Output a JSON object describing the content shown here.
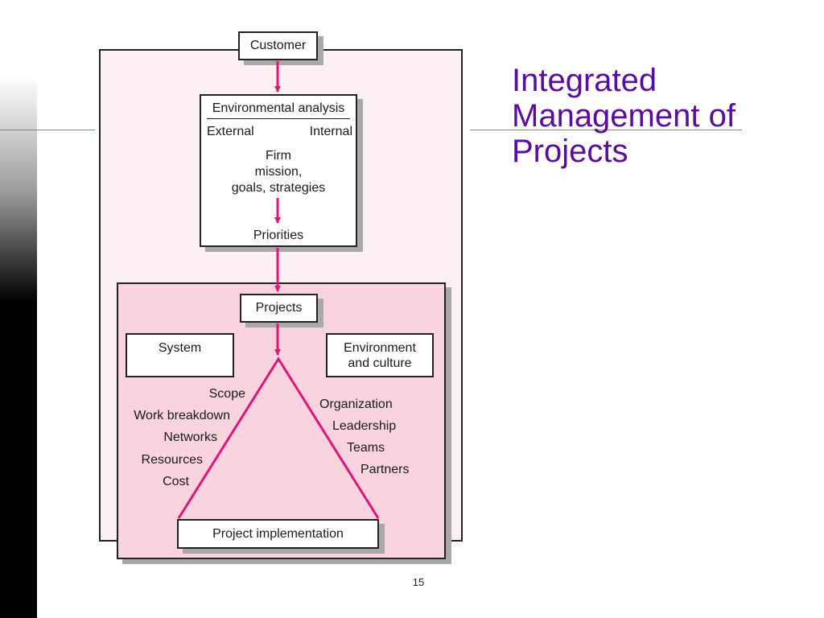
{
  "slide": {
    "title_lines": [
      "Integrated",
      "Management of",
      "Projects"
    ],
    "page_number": "15"
  },
  "diagram": {
    "customer": "Customer",
    "environmental_analysis": {
      "heading": "Environmental analysis",
      "external": "External",
      "internal": "Internal",
      "firm_lines": [
        "Firm",
        "mission,",
        "goals, strategies"
      ],
      "priorities": "Priorities"
    },
    "projects": "Projects",
    "system": "System",
    "environment_culture_lines": [
      "Environment",
      "and culture"
    ],
    "technical_items": [
      "Scope",
      "Work breakdown",
      "Networks",
      "Resources",
      "Cost"
    ],
    "sociocultural_items": [
      "Organization",
      "Leadership",
      "Teams",
      "Partners"
    ],
    "project_implementation": "Project implementation"
  },
  "colors": {
    "title": "#5a0c9c",
    "arrow": "#e0157a",
    "outer_panel": "#fcf0f2",
    "inner_panel": "#f9d3dd",
    "rule": "#cc6666"
  }
}
